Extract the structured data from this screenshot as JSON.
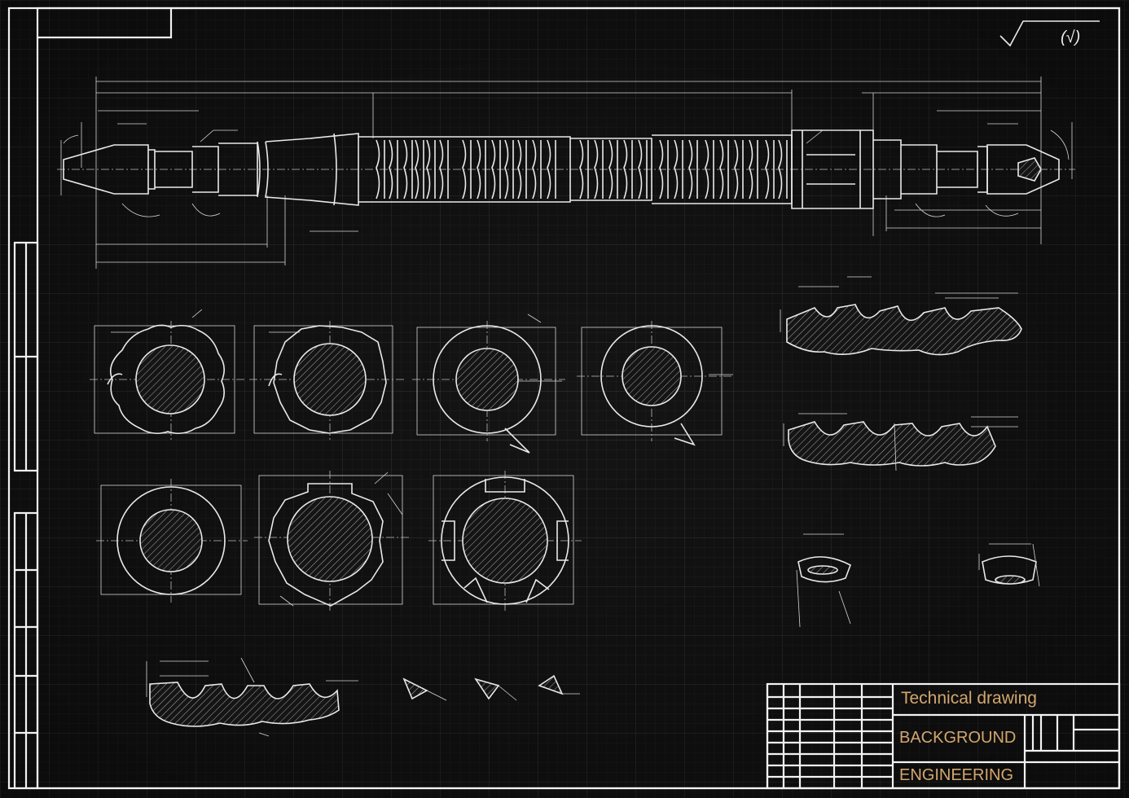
{
  "title_block": {
    "title": "Technical drawing",
    "line2": "BACKGROUND",
    "line3": "ENGINEERING"
  },
  "roughness_symbol": "(√)",
  "colors": {
    "background": "#0d0d0d",
    "grid_minor": "#2a2a2a",
    "grid_major": "#3c3c3c",
    "line": "#e9e9e9",
    "title_text": "#d3a66e"
  }
}
